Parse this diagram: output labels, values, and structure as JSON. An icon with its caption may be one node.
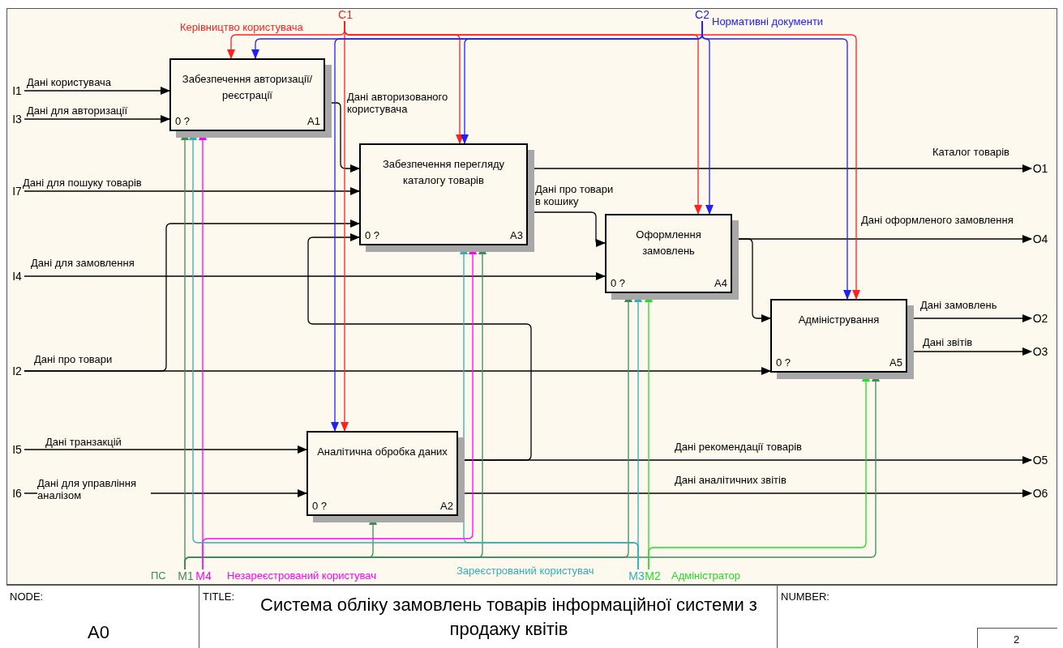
{
  "diagram": {
    "title": "Система обліку замовлень товарів інформаційної системи з продажу квітів",
    "nodes": [
      {
        "text": [
          "Забезпечення авторизації/реєстрації",
          "0 ?",
          "A1"
        ]
      },
      {
        "text": [
          "Забезпечення перегляду каталогу товарів",
          "0 ?",
          "A3"
        ]
      },
      {
        "text": [
          "Оформлення замовлень",
          "0 ?",
          "A4"
        ]
      },
      {
        "text": [
          "Адміністрування",
          "0 ?",
          "A5"
        ]
      },
      {
        "text": [
          "Аналітична обробка даних",
          "0 ?",
          "A2"
        ]
      },
      {
        "text": [
          "C1"
        ]
      },
      {
        "text": [
          "C2"
        ]
      },
      {
        "text": [
          "I1"
        ]
      },
      {
        "text": [
          "I3"
        ]
      },
      {
        "text": [
          "I7"
        ]
      },
      {
        "text": [
          "I4"
        ]
      },
      {
        "text": [
          "I2"
        ]
      },
      {
        "text": [
          "I5"
        ]
      },
      {
        "text": [
          "I6"
        ]
      },
      {
        "text": [
          "O1"
        ]
      },
      {
        "text": [
          "O4"
        ]
      },
      {
        "text": [
          "O2"
        ]
      },
      {
        "text": [
          "O3"
        ]
      },
      {
        "text": [
          "O5"
        ]
      },
      {
        "text": [
          "O6"
        ]
      },
      {
        "text": [
          "M1"
        ]
      },
      {
        "text": [
          "M4"
        ]
      },
      {
        "text": [
          "M3"
        ]
      },
      {
        "text": [
          "M2"
        ]
      }
    ],
    "edges": [
      {
        "from": 7,
        "to": 0,
        "arrow": "to",
        "label": "Дані користувача"
      },
      {
        "from": 8,
        "to": 0,
        "arrow": "to",
        "label": "Дані для авторизації"
      },
      {
        "from": 9,
        "to": 1,
        "arrow": "to",
        "label": "Дані для пошуку товарів"
      },
      {
        "from": 10,
        "to": 2,
        "arrow": "to",
        "label": "Дані для замовлення"
      },
      {
        "from": 11,
        "to": 3,
        "arrow": "to",
        "label": "Дані про товари"
      },
      {
        "from": 11,
        "to": 1,
        "arrow": "to"
      },
      {
        "from": 12,
        "to": 4,
        "arrow": "to",
        "label": "Дані транзакцій"
      },
      {
        "from": 13,
        "to": 4,
        "arrow": "to",
        "label": "Дані для управління аналізом"
      },
      {
        "from": 0,
        "to": 1,
        "arrow": "to",
        "label": "Дані авторизованого користувача"
      },
      {
        "from": 1,
        "to": 14,
        "arrow": "to",
        "label": "Каталог товарів"
      },
      {
        "from": 1,
        "to": 2,
        "arrow": "to",
        "label": "Дані про товари в кошику"
      },
      {
        "from": 2,
        "to": 15,
        "arrow": "to",
        "label": "Дані оформленого замовлення"
      },
      {
        "from": 2,
        "to": 3,
        "arrow": "to"
      },
      {
        "from": 3,
        "to": 16,
        "arrow": "to",
        "label": "Дані замовлень"
      },
      {
        "from": 3,
        "to": 17,
        "arrow": "to",
        "label": "Дані звітів"
      },
      {
        "from": 4,
        "to": 18,
        "arrow": "to",
        "label": "Дані рекомендації товарів"
      },
      {
        "from": 4,
        "to": 19,
        "arrow": "to",
        "label": "Дані аналітичних звітів"
      },
      {
        "from": 4,
        "to": 1,
        "arrow": "to"
      },
      {
        "from": 5,
        "to": 0,
        "arrow": "to",
        "label": "Керівництво користувача",
        "color": "#ff2020"
      },
      {
        "from": 5,
        "to": 1,
        "arrow": "to",
        "color": "#ff2020"
      },
      {
        "from": 5,
        "to": 2,
        "arrow": "to",
        "color": "#ff2020"
      },
      {
        "from": 5,
        "to": 3,
        "arrow": "to",
        "color": "#ff2020"
      },
      {
        "from": 5,
        "to": 4,
        "arrow": "to",
        "color": "#ff2020"
      },
      {
        "from": 6,
        "to": 0,
        "arrow": "to",
        "label": "Нормативні документи",
        "color": "#2020ff"
      },
      {
        "from": 6,
        "to": 1,
        "arrow": "to",
        "color": "#2020ff"
      },
      {
        "from": 6,
        "to": 2,
        "arrow": "to",
        "color": "#2020ff"
      },
      {
        "from": 6,
        "to": 3,
        "arrow": "to",
        "color": "#2020ff"
      },
      {
        "from": 6,
        "to": 4,
        "arrow": "to",
        "color": "#2020ff"
      },
      {
        "from": 20,
        "to": 0,
        "arrow": "to",
        "label": "ПС",
        "color": "#3c8c5c"
      },
      {
        "from": 20,
        "to": 1,
        "arrow": "to",
        "color": "#3c8c5c"
      },
      {
        "from": 20,
        "to": 4,
        "arrow": "to",
        "color": "#3c8c5c"
      },
      {
        "from": 20,
        "to": 2,
        "arrow": "to",
        "color": "#3c8c5c"
      },
      {
        "from": 20,
        "to": 3,
        "arrow": "to",
        "color": "#3c8c5c"
      },
      {
        "from": 21,
        "to": 0,
        "arrow": "to",
        "label": "Незареєстрований користувач",
        "color": "#ff00ff"
      },
      {
        "from": 21,
        "to": 1,
        "arrow": "to",
        "color": "#ff00ff"
      },
      {
        "from": 22,
        "to": 0,
        "arrow": "to",
        "label": "Зареєстрований користувач",
        "color": "#30b0b0"
      },
      {
        "from": 22,
        "to": 1,
        "arrow": "to",
        "color": "#30b0b0"
      },
      {
        "from": 22,
        "to": 2,
        "arrow": "to",
        "color": "#30b0b0"
      },
      {
        "from": 23,
        "to": 2,
        "arrow": "to",
        "label": "Адміністратор",
        "color": "#22dd22"
      },
      {
        "from": 23,
        "to": 3,
        "arrow": "to",
        "color": "#22dd22"
      }
    ],
    "labels": [
      "NODE:",
      "A0",
      "TITLE:",
      "NUMBER:",
      "2"
    ]
  }
}
